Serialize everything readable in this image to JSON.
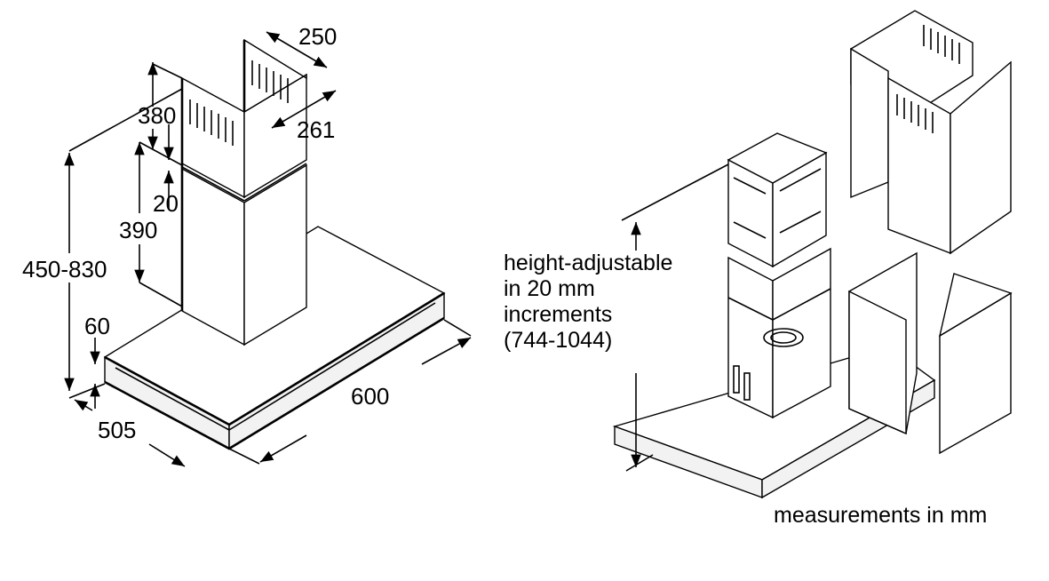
{
  "dimensions": {
    "chimney_width": "250",
    "chimney_depth": "261",
    "upper_chimney": "380",
    "overlap": "20",
    "lower_chimney": "390",
    "total_height": "450-830",
    "canopy_height": "60",
    "depth": "505",
    "width": "600"
  },
  "notes": {
    "adjust_line1": "height-adjustable",
    "adjust_line2": "in 20 mm",
    "adjust_line3": "increments",
    "adjust_line4": "(744-1044)",
    "units": "measurements in mm"
  }
}
